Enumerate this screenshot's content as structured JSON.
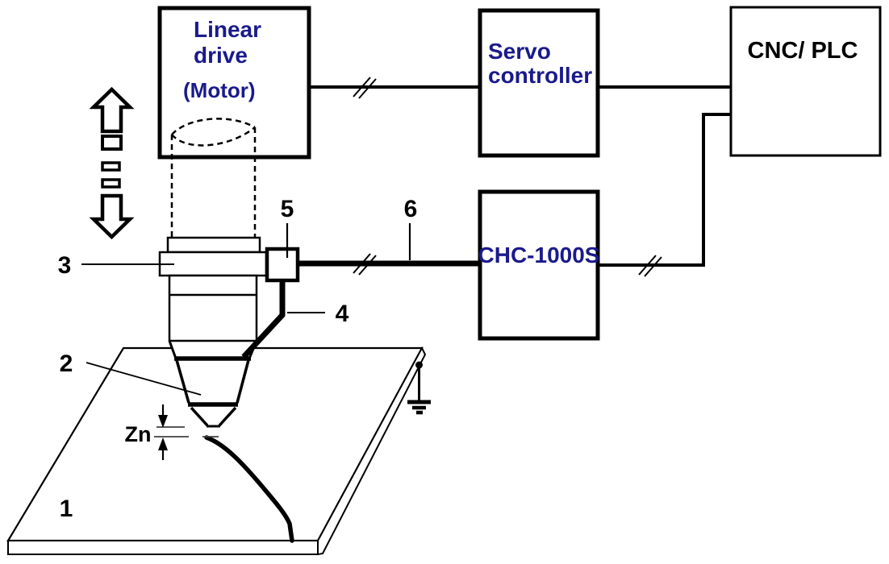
{
  "boxes": {
    "linear_drive": {
      "line1": "Linear",
      "line2": "drive",
      "line3": "(Motor)"
    },
    "servo_controller": {
      "line1": "Servo",
      "line2": "controller"
    },
    "cnc_plc": {
      "label": "CNC/ PLC"
    },
    "chc_1000s": {
      "label": "CHC-1000S"
    }
  },
  "callouts": {
    "workpiece": "1",
    "torch_nozzle": "2",
    "sensor_ring": "3",
    "sensor_cable_drop": "4",
    "sensor_connector": "5",
    "sensor_cable": "6",
    "standoff": "Zn"
  },
  "colors": {
    "box_text_blue": "#1a1a8c",
    "line_black": "#000000",
    "background": "#ffffff"
  }
}
